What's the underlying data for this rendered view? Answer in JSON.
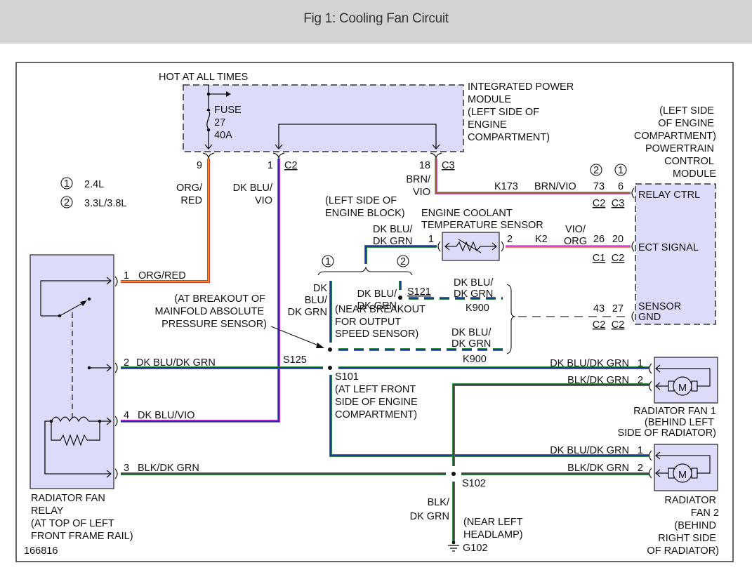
{
  "header": {
    "title": "Fig 1: Cooling Fan Circuit"
  },
  "legend": [
    {
      "num": "1",
      "label": "2.4L"
    },
    {
      "num": "2",
      "label": "3.3L/3.8L"
    }
  ],
  "colors": {
    "module_fill": "#dcdcfa",
    "org_red": [
      "#ff8c2a",
      "#e03a2a"
    ],
    "dk_blu_vio": [
      "#2a2aa8",
      "#d040d0"
    ],
    "brn_vio": [
      "#8a6a2a",
      "#e060e0"
    ],
    "vio_org": [
      "#e040e0",
      "#ff9a40"
    ],
    "dk_blu_dk_grn": [
      "#1f3aa0",
      "#2e8a3a"
    ],
    "blk_dk_grn": [
      "#333333",
      "#2e8a3a"
    ]
  },
  "ipm": {
    "hot_label": "HOT AT ALL TIMES",
    "fuse_label": "FUSE",
    "fuse_num": "27",
    "fuse_rating": "40A",
    "title_lines": [
      "INTEGRATED POWER",
      "MODULE",
      "(LEFT SIDE OF",
      "ENGINE",
      "COMPARTMENT)"
    ],
    "pins": [
      {
        "pin": "9",
        "connector": ""
      },
      {
        "pin": "1",
        "connector": "C2"
      },
      {
        "pin": "18",
        "connector": "C3"
      }
    ]
  },
  "pcm": {
    "title_lines": [
      "(LEFT SIDE",
      "OF ENGINE",
      "COMPARTMENT)",
      "POWERTRAIN",
      "CONTROL",
      "MODULE"
    ],
    "relay_ctrl": "RELAY CTRL",
    "ect_signal": "ECT SIGNAL",
    "sensor_gnd": [
      "SENSOR",
      "GND"
    ],
    "relay_pins": {
      "circuit": "K173",
      "color": "BRN/VIO",
      "pin2": "73",
      "pin1": "6",
      "conn2": "C2",
      "conn1": "C3",
      "mark2": "2",
      "mark1": "1"
    },
    "ect_pins": {
      "pin2": "26",
      "pin1": "20",
      "conn2": "C1",
      "conn1": "C2"
    },
    "gnd_pins": {
      "pin2": "43",
      "pin1": "27",
      "conn2": "C2",
      "conn1": "C2"
    }
  },
  "wires": {
    "ipm9_color": [
      "ORG/",
      "RED"
    ],
    "ipm1_color": [
      "DK BLU/",
      "VIO"
    ],
    "ipm18_color": [
      "BRN/",
      "VIO"
    ],
    "relay1": "ORG/RED",
    "relay2": "DK BLU/DK GRN",
    "relay4": "DK BLU/VIO",
    "relay3": "BLK/DK GRN",
    "ect_in_color": [
      "DK BLU/",
      "DK GRN"
    ],
    "ect_out_circuit": "K2",
    "ect_out_color": [
      "VIO/",
      "ORG"
    ],
    "branch1_color": [
      "DK",
      "BLU/",
      "DK GRN"
    ],
    "branch2_color": [
      "DK BLU/",
      "DK GRN"
    ],
    "k900_top_color": [
      "DK BLU/",
      "DK GRN"
    ],
    "k900_top_circuit": "K900",
    "k900_bot_color": [
      "DK BLU/",
      "DK GRN"
    ],
    "k900_bot_circuit": "K900",
    "fan1_pin1_color": "DK BLU/DK GRN",
    "fan1_pin2_color": "BLK/DK GRN",
    "fan2_pin1_color": "DK BLU/DK GRN",
    "fan2_pin2_color": "BLK/DK GRN",
    "ground_color": [
      "BLK/",
      "DK GRN"
    ]
  },
  "ect_sensor": {
    "location": [
      "(LEFT SIDE OF",
      "ENGINE BLOCK)"
    ],
    "title": [
      "ENGINE COOLANT",
      "TEMPERATURE SENSOR"
    ],
    "pin1": "1",
    "pin2": "2"
  },
  "splices": {
    "s121": "S121",
    "s125": "S125",
    "s101": "S101",
    "s102": "S102",
    "g102": "G102",
    "s121_note": [
      "(NEAR BREAKOUT",
      "FOR OUTPUT",
      "SPEED SENSOR)"
    ],
    "s125_note": [
      "(AT BREAKOUT OF",
      "MAINFOLD ABSOLUTE",
      "PRESSURE SENSOR)"
    ],
    "s101_note": [
      "(AT LEFT FRONT",
      "SIDE OF ENGINE",
      "COMPARTMENT)"
    ],
    "g102_note": [
      "(NEAR LEFT",
      "HEADLAMP)"
    ],
    "variant_marks": [
      "1",
      "2"
    ]
  },
  "relay": {
    "title_lines": [
      "RADIATOR FAN",
      "RELAY",
      "(AT TOP OF LEFT",
      "FRONT FRAME RAIL)"
    ],
    "pins": [
      "1",
      "2",
      "4",
      "3"
    ]
  },
  "fan1": {
    "title_lines": [
      "RADIATOR FAN 1",
      "(BEHIND LEFT",
      "SIDE OF RADIATOR)"
    ],
    "motor": "M",
    "pins": [
      "1",
      "2"
    ]
  },
  "fan2": {
    "title_lines": [
      "RADIATOR",
      "FAN 2",
      "(BEHIND",
      "RIGHT SIDE",
      "OF RADIATOR)"
    ],
    "motor": "M",
    "pins": [
      "1",
      "2"
    ]
  },
  "figure_id": "166816"
}
